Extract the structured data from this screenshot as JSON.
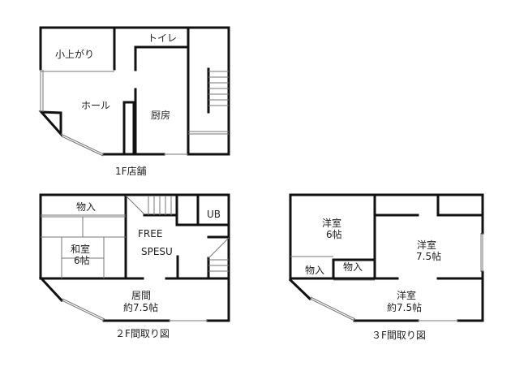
{
  "floor1": {
    "caption": "1F店舗",
    "rooms": {
      "koagari": "小上がり",
      "toilet": "トイレ",
      "hall": "ホール",
      "kitchen": "厨房"
    }
  },
  "floor2": {
    "caption": "２F間取り図",
    "rooms": {
      "storage": "物入",
      "washitsu": "和室",
      "washitsu_size": "6帖",
      "free": "FREE",
      "spesu": "SPESU",
      "ub": "UB",
      "living": "居間",
      "living_size": "約7.5帖"
    }
  },
  "floor3": {
    "caption": "３F間取り図",
    "rooms": {
      "western1": "洋室",
      "western1_size": "6帖",
      "western2": "洋室",
      "western2_size": "7.5帖",
      "storage1": "物入",
      "storage2": "物入",
      "western3": "洋室",
      "western3_size": "約7.5帖"
    }
  },
  "colors": {
    "wall": "#111111",
    "thin": "#666666",
    "background": "#ffffff"
  }
}
